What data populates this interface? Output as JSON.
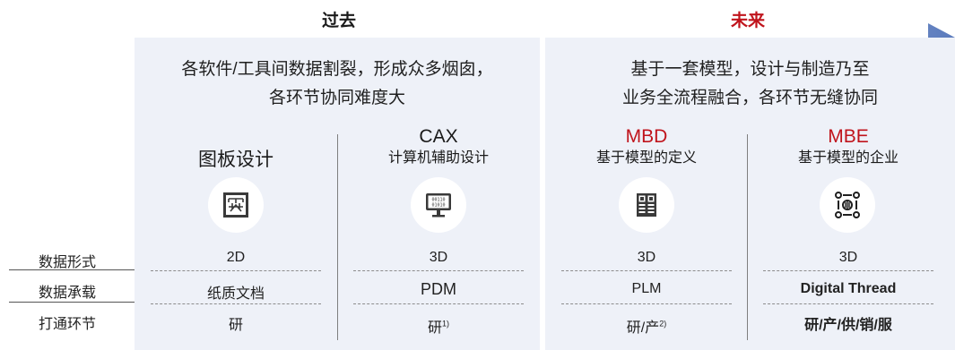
{
  "phases": {
    "past": {
      "title": "过去",
      "color": "#1a1a1a"
    },
    "future": {
      "title": "未来",
      "color": "#c0141c"
    }
  },
  "past_desc": {
    "line1": "各软件/工具间数据割裂，形成众多烟囱，",
    "line2": "各环节协同难度大"
  },
  "future_desc": {
    "line1": "基于一套模型，设计与制造乃至",
    "line2": "业务全流程融合，各环节无缝协同"
  },
  "row_labels": [
    "数据形式",
    "数据承载",
    "打通环节"
  ],
  "columns": [
    {
      "title": "",
      "subtitle": "图板设计",
      "icon": "drafting-board-icon",
      "form": "2D",
      "carrier": "纸质文档",
      "scope": "研",
      "scope_note": ""
    },
    {
      "title": "CAX",
      "subtitle": "计算机辅助设计",
      "icon": "computer-monitor-binary-icon",
      "form": "3D",
      "carrier": "PDM",
      "scope": "研",
      "scope_note": "1)"
    },
    {
      "title": "MBD",
      "subtitle": "基于模型的定义",
      "icon": "model-document-icon",
      "form": "3D",
      "carrier": "PLM",
      "scope": "研/产",
      "scope_note": "2)"
    },
    {
      "title": "MBE",
      "subtitle": "基于模型的企业",
      "icon": "connected-enterprise-icon",
      "form": "3D",
      "carrier": "Digital Thread",
      "scope": "研/产/供/销/服",
      "scope_note": ""
    }
  ],
  "colors": {
    "panel": "#eef1f8",
    "arrow": "#5b7bbd",
    "accent": "#c0141c"
  }
}
